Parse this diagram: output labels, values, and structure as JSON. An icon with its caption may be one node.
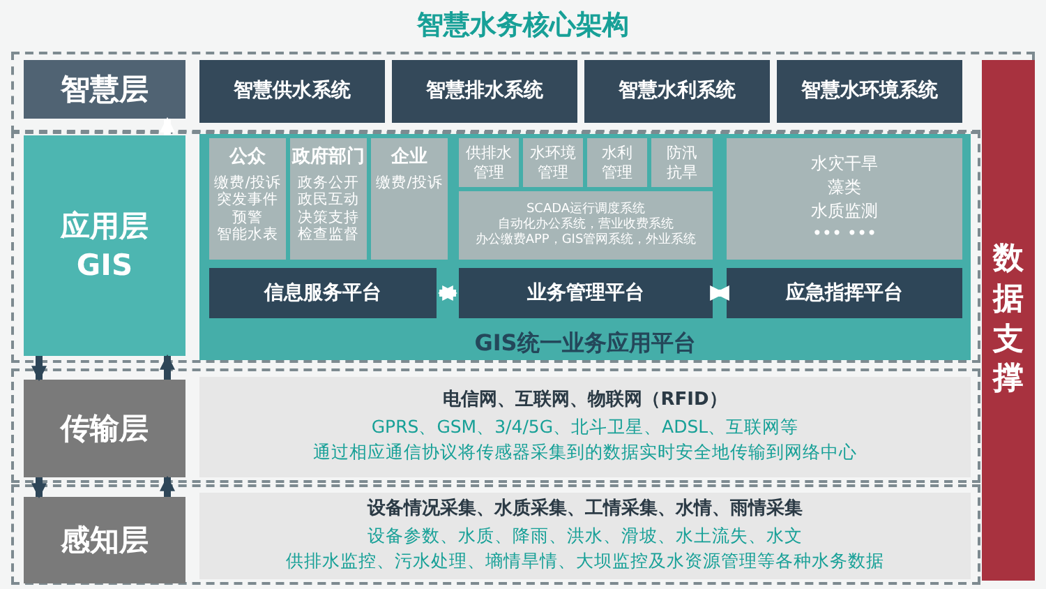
{
  "diagram": {
    "title": "智慧水务核心架构",
    "nodes": [
      {
        "text": [
          "智慧层"
        ]
      },
      {
        "text": [
          "智慧供水系统"
        ]
      },
      {
        "text": [
          "智慧排水系统"
        ]
      },
      {
        "text": [
          "智慧水利系统"
        ]
      },
      {
        "text": [
          "智慧水环境系统"
        ]
      },
      {
        "text": [
          "数据支撑"
        ]
      },
      {
        "text": [
          "应用层 GIS"
        ]
      },
      {
        "text": [
          "GIS统一业务应用平台"
        ]
      },
      {
        "text": [
          "公众",
          "缴费/投诉",
          "突发事件",
          "预警",
          "智能水表"
        ],
        "in": 7
      },
      {
        "text": [
          "政府部门",
          "政务公开",
          "政民互动",
          "决策支持",
          "检查监督"
        ],
        "in": 7
      },
      {
        "text": [
          "企业",
          "缴费/投诉"
        ],
        "in": 7
      },
      {
        "text": [
          "供排水管理"
        ],
        "in": 7
      },
      {
        "text": [
          "水环境管理"
        ],
        "in": 7
      },
      {
        "text": [
          "水利管理"
        ],
        "in": 7
      },
      {
        "text": [
          "防汛抗旱"
        ],
        "in": 7
      },
      {
        "text": [
          "SCADA运行调度系统",
          "自动化办公系统，营业收费系统",
          "办公缴费APP，GIS管网系统，外业系统"
        ],
        "in": 7
      },
      {
        "text": [
          "水灾干旱",
          "藻类",
          "水质监测",
          "••• •••"
        ],
        "in": 7
      },
      {
        "text": [
          "信息服务平台"
        ],
        "in": 7
      },
      {
        "text": [
          "业务管理平台"
        ],
        "in": 7
      },
      {
        "text": [
          "应急指挥平台"
        ],
        "in": 7
      },
      {
        "text": [
          "传输层"
        ]
      },
      {
        "text": [
          "电信网、互联网、物联网（RFID）",
          "GPRS、GSM、3/4/5G、北斗卫星、ADSL、互联网等",
          "通过相应通信协议将传感器采集到的数据实时安全地传输到网络中心"
        ]
      },
      {
        "text": [
          "感知层"
        ]
      },
      {
        "text": [
          "设备情况采集、水质采集、工情采集、水情、雨情采集",
          "设备参数、水质、降雨、洪水、滑坡、水土流失、水文",
          "供排水监控、污水处理、墒情旱情、大坝监控及水资源管理等各种水务数据"
        ]
      }
    ],
    "edges": [
      {
        "from": 17,
        "to": 18,
        "arrow": "both",
        "color": "#ffffff"
      },
      {
        "from": 18,
        "to": 19,
        "arrow": "both",
        "color": "#ffffff"
      },
      {
        "from": 6,
        "to": 0,
        "arrow": "to",
        "color": "#ffffff"
      },
      {
        "from": 6,
        "to": 20,
        "arrow": "to"
      },
      {
        "from": 20,
        "to": 6,
        "arrow": "to"
      },
      {
        "from": 20,
        "to": 22,
        "arrow": "to"
      },
      {
        "from": 22,
        "to": 20,
        "arrow": "to"
      }
    ]
  }
}
